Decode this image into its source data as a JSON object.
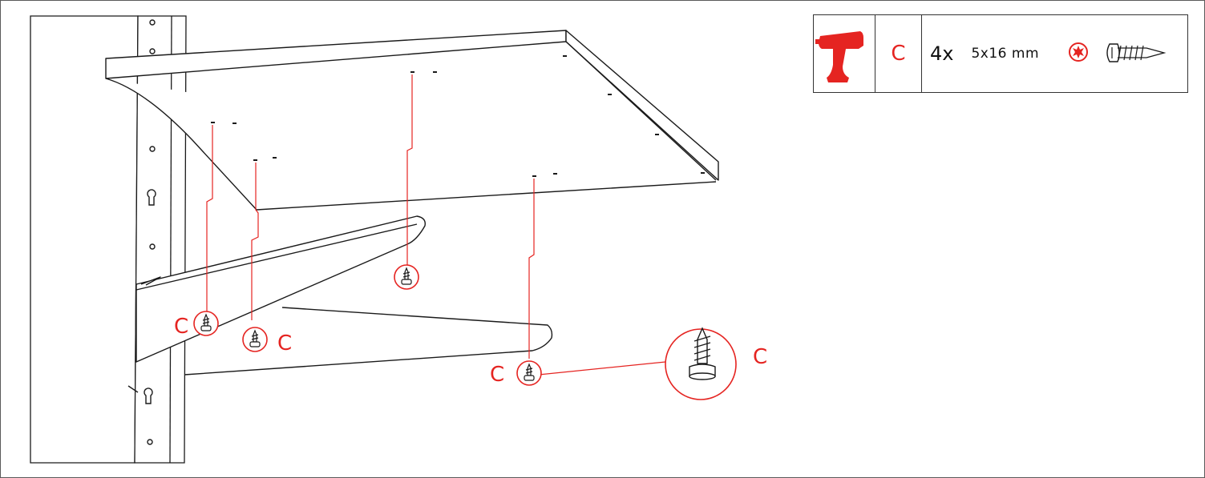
{
  "legend": {
    "tool_icon": "electric-drill-icon",
    "code": "C",
    "quantity": "4x",
    "size": "5x16 mm",
    "drive_icon": "torx-star-icon",
    "screw_icon": "wood-screw-icon"
  },
  "callouts": {
    "screw_1": "C",
    "screw_2": "C",
    "screw_3": "C",
    "magnified": "C"
  },
  "colors": {
    "accent": "#e52421",
    "line": "#1a1a1a"
  }
}
